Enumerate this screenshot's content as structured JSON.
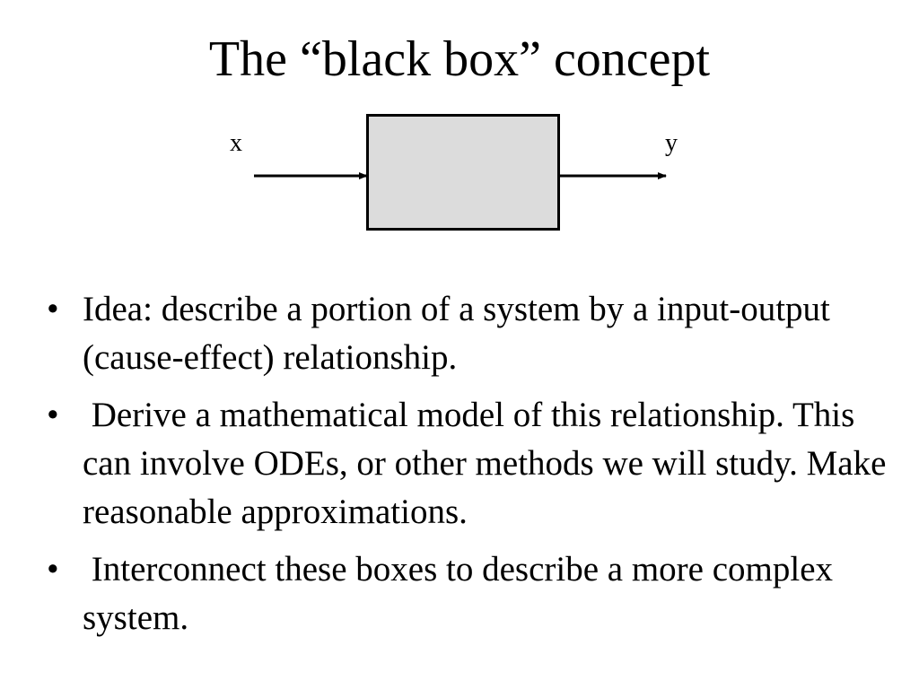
{
  "slide": {
    "title": "The “black box” concept"
  },
  "diagram": {
    "input_label": "x",
    "output_label": "y",
    "box_fill": "#dcdcdc",
    "stroke_color": "#000000"
  },
  "bullets": {
    "marker": "•",
    "items": [
      "Idea: describe a portion of a system by a input-output (cause-effect) relationship.",
      " Derive a mathematical model of this relationship. This can involve ODEs, or other methods we will study. Make reasonable approximations.",
      " Interconnect these boxes to describe a more complex system."
    ]
  }
}
